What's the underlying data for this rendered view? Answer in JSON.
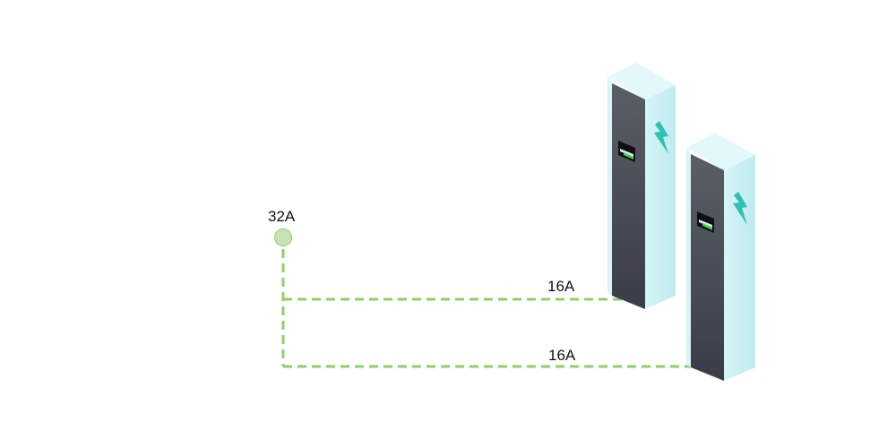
{
  "source": {
    "rating": "32A"
  },
  "branches": [
    {
      "rating": "16A"
    },
    {
      "rating": "16A"
    }
  ],
  "colors": {
    "wire": "#8fcf6a",
    "source_node_fill": "#c5e3b3",
    "source_node_stroke": "#a7d08e",
    "charger_side": "#c8eff2",
    "charger_top": "#e3f8fa",
    "charger_front_top": "#5a5e66",
    "charger_front_bottom": "#3a3d48",
    "bolt": "#2fc2b0",
    "screen_led": "#3ad24a"
  },
  "icons": {
    "charger": "ev-charger-icon",
    "bolt": "lightning-bolt-icon"
  }
}
